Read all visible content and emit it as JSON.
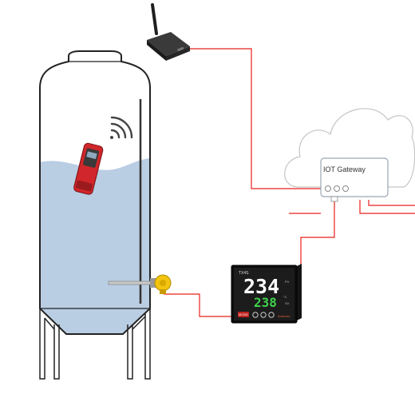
{
  "gateway": {
    "label": "IOT Gateway"
  },
  "controller": {
    "model": "TX4S",
    "process_value": "234",
    "set_value": "238",
    "pv_tag": "PV",
    "sv_tag": "SV",
    "unit": "°C",
    "mode_key": "MODE",
    "brand": "Autonics"
  },
  "colors": {
    "wire": "#e8201a",
    "liquid": "#b9cde3",
    "tank_outline": "#222222",
    "sensor_body": "#d1262b",
    "probe_head": "#f2c40f",
    "router": "#2b2b2b"
  },
  "icons": [
    "wifi-signal-icon",
    "antenna-icon",
    "cloud-icon"
  ]
}
